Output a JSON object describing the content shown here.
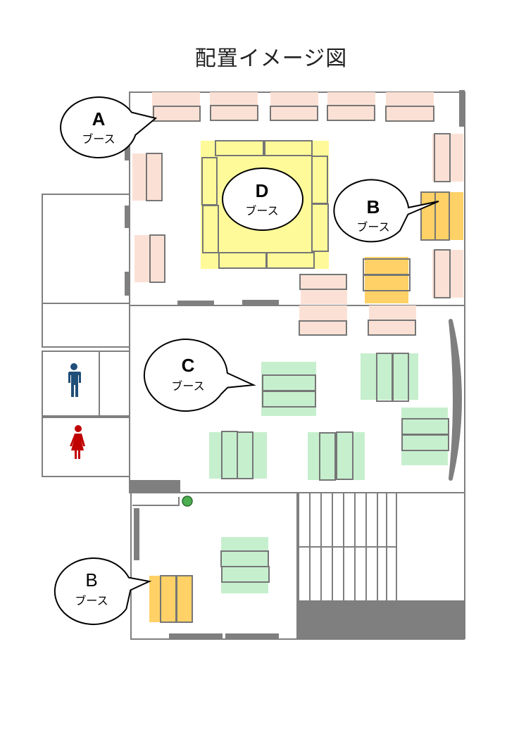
{
  "title": "配置イメージ図",
  "booths": {
    "a": {
      "letter": "A",
      "label": "ブース"
    },
    "b_upper": {
      "letter": "B",
      "label": "ブース"
    },
    "c": {
      "letter": "C",
      "label": "ブース"
    },
    "d": {
      "letter": "D",
      "label": "ブース"
    },
    "b_lower": {
      "letter": "B",
      "label": "ブース"
    }
  },
  "colors": {
    "booth_a": "#fbe1d5",
    "booth_b": "#ffd166",
    "booth_c": "#c6efce",
    "booth_d": "#fffa99",
    "wall": "#7f7f7f",
    "restroom_male": "#1f4e79",
    "restroom_female": "#c00000",
    "marker": "#4caf50"
  },
  "icons": [
    "male-restroom-icon",
    "female-restroom-icon"
  ]
}
